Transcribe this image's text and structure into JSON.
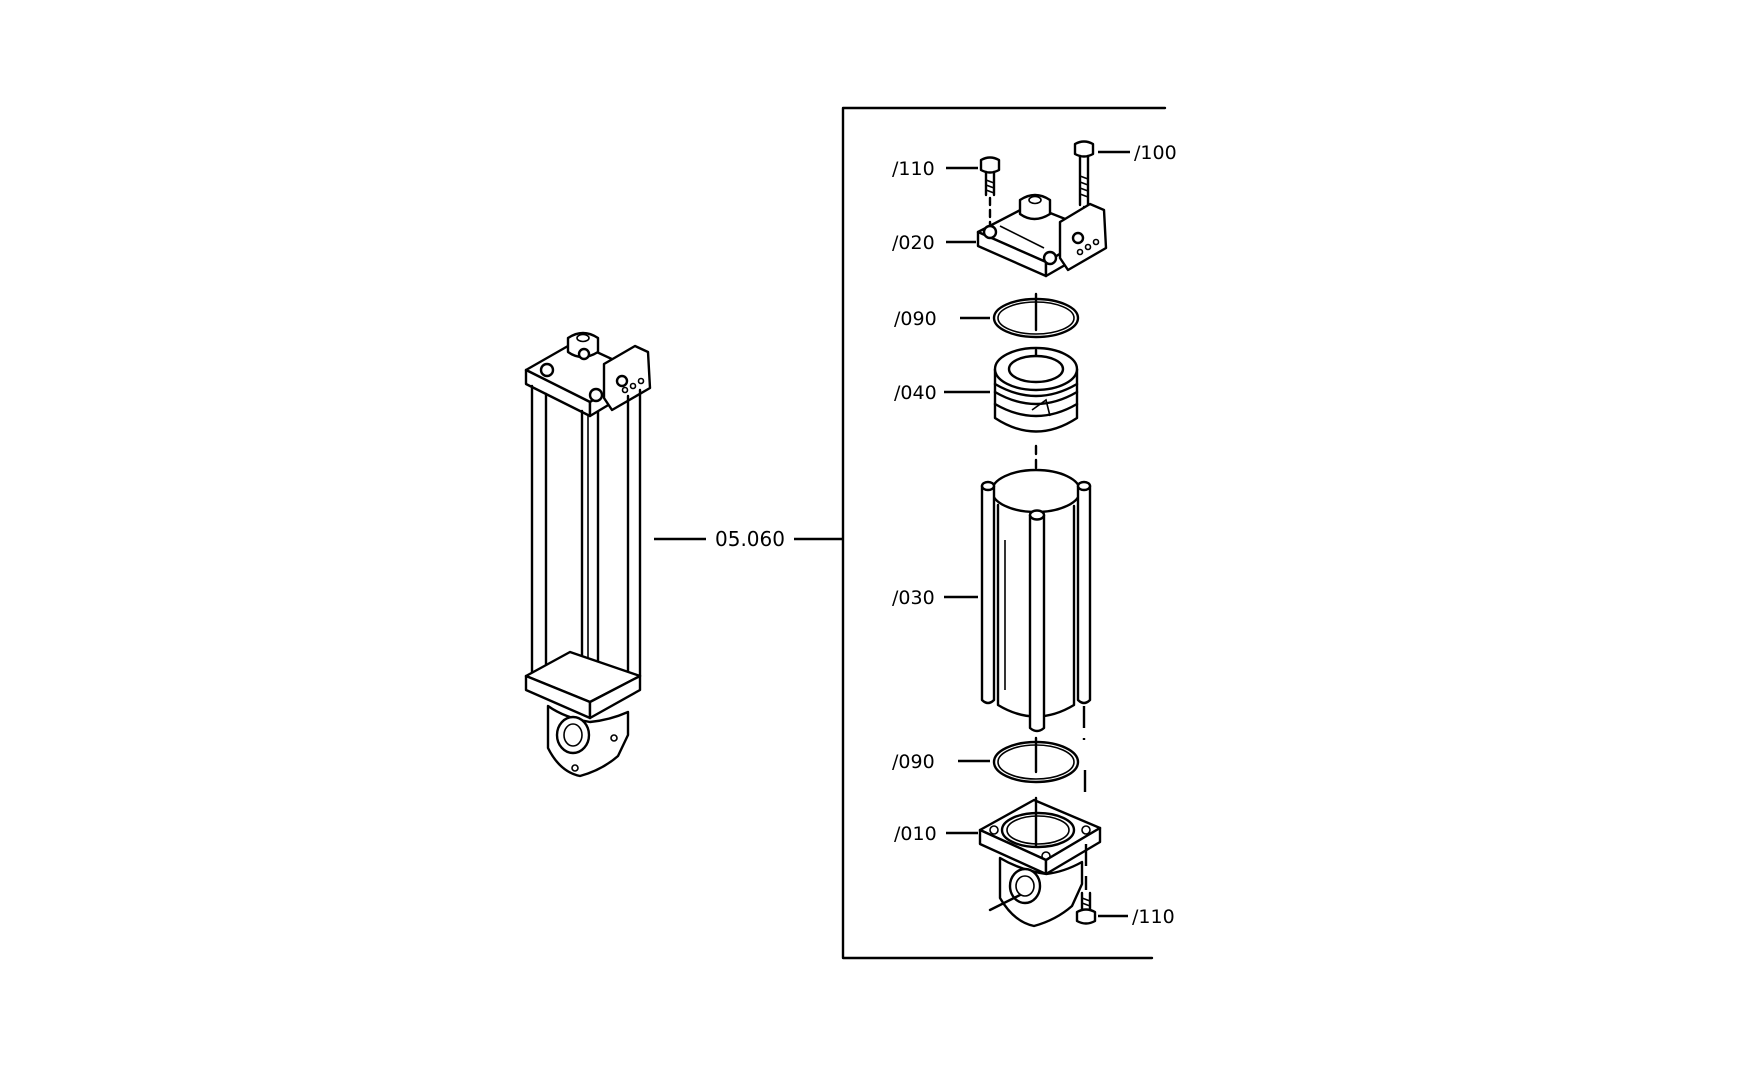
{
  "diagram": {
    "assembly_label": "05.060",
    "callouts": [
      {
        "id": "p110-top",
        "text": "/110"
      },
      {
        "id": "p100",
        "text": "/100"
      },
      {
        "id": "p020",
        "text": "/020"
      },
      {
        "id": "p090-top",
        "text": "/090"
      },
      {
        "id": "p040",
        "text": "/040"
      },
      {
        "id": "p030",
        "text": "/030"
      },
      {
        "id": "p090-bottom",
        "text": "/090"
      },
      {
        "id": "p010",
        "text": "/010"
      },
      {
        "id": "p110-bottom",
        "text": "/110"
      }
    ]
  }
}
